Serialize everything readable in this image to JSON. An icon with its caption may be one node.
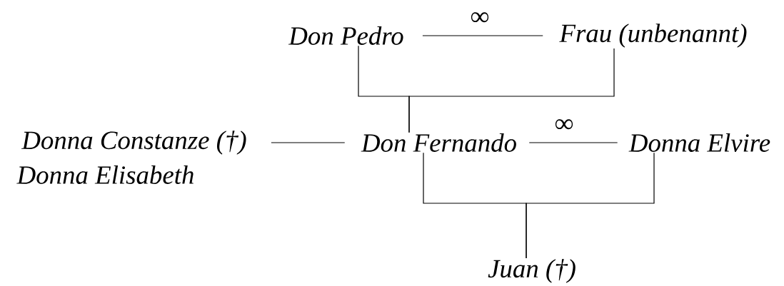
{
  "diagram": {
    "nodes": [
      {
        "text": [
          "Don Pedro"
        ]
      },
      {
        "text": [
          "Frau (unbenannt)"
        ]
      },
      {
        "text": [
          "Donna Constanze (†)"
        ]
      },
      {
        "text": [
          "Donna Elisabeth"
        ]
      },
      {
        "text": [
          "Don Fernando"
        ]
      },
      {
        "text": [
          "Donna Elvire"
        ]
      },
      {
        "text": [
          "Juan (†)"
        ]
      }
    ],
    "edges": [
      {
        "from": 0,
        "to": 1,
        "arrow": "none",
        "label": "∞"
      },
      {
        "from": 0,
        "to": 4,
        "arrow": "none"
      },
      {
        "from": 1,
        "to": 4,
        "arrow": "none"
      },
      {
        "from": 2,
        "to": 4,
        "arrow": "none"
      },
      {
        "from": 4,
        "to": 5,
        "arrow": "none",
        "label": "∞"
      },
      {
        "from": 4,
        "to": 6,
        "arrow": "none"
      },
      {
        "from": 5,
        "to": 6,
        "arrow": "none"
      }
    ]
  }
}
